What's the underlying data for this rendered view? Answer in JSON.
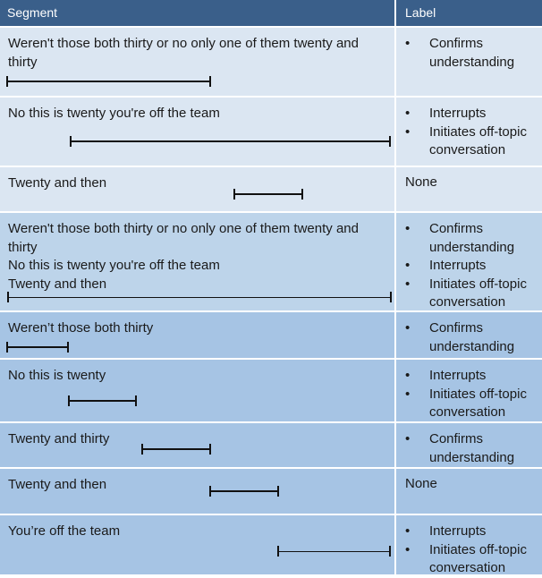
{
  "header": {
    "segment": "Segment",
    "label": "Label"
  },
  "bullet": "•",
  "rows": [
    {
      "segment": "Weren't those both thirty or no only one of them twenty and thirty",
      "labels": [
        "Confirms understanding"
      ]
    },
    {
      "segment": "No this is twenty you're off the team",
      "labels": [
        "Interrupts",
        "Initiates off-topic conversation"
      ]
    },
    {
      "segment": "Twenty and then",
      "none": "None"
    },
    {
      "segment": "Weren't those both thirty or no only one of them twenty and thirty\nNo this is twenty you're off the team\nTwenty and then",
      "labels": [
        "Confirms understanding",
        "Interrupts",
        "Initiates off-topic conversation"
      ]
    },
    {
      "segment": "Weren’t those both thirty",
      "labels": [
        "Confirms understanding"
      ]
    },
    {
      "segment": "No this is twenty",
      "labels": [
        "Interrupts",
        "Initiates off-topic conversation"
      ]
    },
    {
      "segment": "Twenty and thirty",
      "labels": [
        "Confirms understanding"
      ]
    },
    {
      "segment": "Twenty and then",
      "none": "None"
    },
    {
      "segment": "You’re off the team",
      "labels": [
        "Interrupts",
        "Initiates off-topic conversation"
      ]
    }
  ]
}
